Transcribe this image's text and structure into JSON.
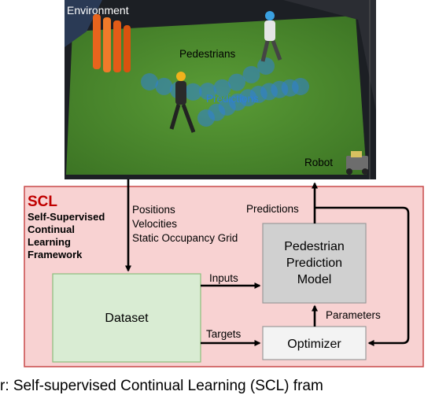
{
  "environment": {
    "label": "Environment",
    "pedestrians_label": "Pedestrians",
    "predictions_label": "Predictions",
    "robot_label": "Robot"
  },
  "scl": {
    "abbrev": "SCL",
    "title_lines": [
      "Self-Supervised",
      "Continual",
      "Learning",
      "Framework"
    ]
  },
  "flows": {
    "env_to_dataset": [
      "Positions",
      "Velocities",
      "Static Occupancy Grid"
    ],
    "predictions": "Predictions",
    "inputs": "Inputs",
    "targets": "Targets",
    "parameters": "Parameters"
  },
  "blocks": {
    "dataset": "Dataset",
    "model_lines": [
      "Pedestrian",
      "Prediction",
      "Model"
    ],
    "optimizer": "Optimizer"
  },
  "caption": "r: Self-supervised Continual Learning (SCL) fram",
  "colors": {
    "scl_fill": "#f8d2d2",
    "scl_border": "#c94a4a",
    "scl_title": "#c00000",
    "dataset_fill": "#d9ecd3",
    "dataset_border": "#8cbf7c",
    "model_fill": "#d0d0d0",
    "optimizer_fill": "#f3f3f3",
    "floor": "#4a8a2c",
    "prediction_blue": "#2f7fd6"
  }
}
